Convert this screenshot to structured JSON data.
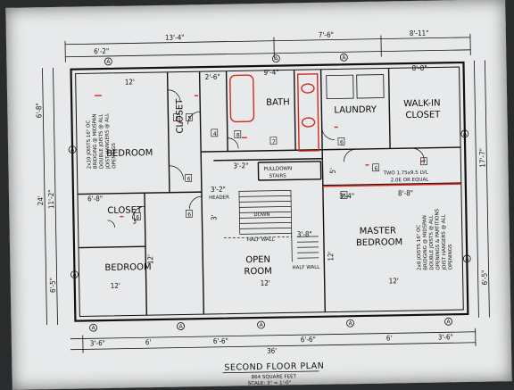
{
  "title": "SECOND FLOOR PLAN",
  "subtitle": "864 SQUARE FEET",
  "scale_note": "SCALE: 3\" = 1'-0\"",
  "rooms": {
    "bedroom1": "BEDROOM",
    "closet1": "CLOSET",
    "bath": "BATH",
    "laundry": "LAUNDRY",
    "walkin1": "WALK-IN",
    "walkin2": "CLOSET",
    "closet2": "CLOSET",
    "bedroom2": "BEDROOM",
    "open1": "OPEN",
    "open2": "ROOM",
    "master1": "MASTER",
    "master2": "BEDROOM"
  },
  "labels": {
    "pulldown1": "PULLDOWN",
    "pulldown2": "STAIRS",
    "header": "HEADER",
    "down": "DOWN",
    "half_wall1": "HALF WALL",
    "half_wall2": "HALF WALL",
    "two1": "TWO 1.75x9.5 LVL",
    "two2": "2.0E OR EQUAL",
    "joist_left": [
      "2x10 JOISTS 16\" OC",
      "BRIDGING @ MIDSPAN",
      "DOUBLE JOISTS @ ALL",
      "JOIST HANGERS @ ALL",
      "OPENINGS"
    ],
    "joist_right": [
      "2x8 JOISTS 16\" OC",
      "BRIDGING @ MIDSPAN",
      "DOUBLE JOISTS @ ALL",
      "OPENINGS & PARTITIONS",
      "JOIST HANGERS @ ALL",
      "OPENINGS"
    ]
  },
  "dims": {
    "top_overall_1": "13'-4\"",
    "top_overall_2": "7'-6\"",
    "top_overall_3": "8'-11\"",
    "top_sub_1": "6'-2\"",
    "top_sub_2": "12'",
    "top_sub_3": "8'-8\"",
    "closet_w": "2'-6\"",
    "bath_w": "9'-4\"",
    "hall_w": "3'-2\"",
    "stair_w": "3'-2\"",
    "closet2_w": "6'-8\"",
    "closet2_w2": "3'",
    "halfwall_w": "3'-8\"",
    "master_a": "3'-4\"",
    "master_b": "8'-8\"",
    "mid_12a": "12'",
    "mid_12b": "12'",
    "mid_12c": "12'",
    "left_1": "6'-8\"",
    "left_2": "11'-2\"",
    "left_3": "24'",
    "left_4": "6'-5\"",
    "right_1": "17'-7\"",
    "right_2": "6'-5\"",
    "bot_1": "3'-6\"",
    "bot_2": "6'",
    "bot_3": "6'-6\"",
    "bot_4": "6'-6\"",
    "bot_5": "6'",
    "bot_6": "3'-6\"",
    "bot_overall": "36'",
    "vert_5": "5'",
    "vert_12": "12'",
    "vert_12b": "12'",
    "vert_3": "3'"
  },
  "door_tags": [
    "5",
    "5",
    "8",
    "4",
    "7",
    "6",
    "6",
    "6",
    "7",
    "6",
    "6",
    "6"
  ],
  "window_tag": "A",
  "colors": {
    "ink": "#111111",
    "red": "#d42a1c",
    "paper": "#e7e9ea"
  }
}
